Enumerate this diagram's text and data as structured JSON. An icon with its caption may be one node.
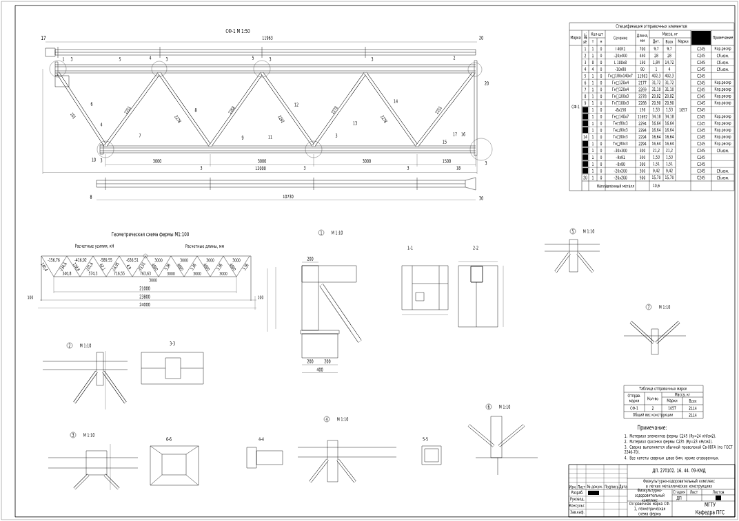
{
  "diagram": {
    "title": "СФ-1 М 1:50",
    "labels": [
      "17",
      "11963",
      "20",
      "1",
      "3",
      "5",
      "4",
      "3",
      "5",
      "3",
      "3",
      "2",
      "20",
      "6",
      "8",
      "12",
      "14",
      "7",
      "9",
      "11",
      "13",
      "15",
      "4",
      "3",
      "10",
      "3",
      "3",
      "3",
      "3",
      "17",
      "16",
      "18",
      "3",
      "101",
      "2251",
      "2278",
      "2268",
      "2282",
      "2278",
      "2278",
      "2251",
      "3000",
      "3000",
      "3000",
      "1500",
      "12000",
      "8",
      "10730",
      "30",
      "Геометрическая схема фермы М1:100",
      "Расчетные усилия, кН",
      "Расчетные длины, мм",
      "-156,76",
      "-416,92",
      "-589,55",
      "-636,51",
      "3000",
      "3000",
      "3000",
      "3000",
      "140,4",
      "-234,6",
      "128,6",
      "-101,6",
      "62,1",
      "-14,05",
      "4,9",
      "-33,51",
      "4000",
      "3,36",
      "4000",
      "3,36",
      "4000",
      "3,36",
      "4000",
      "3,36",
      "340,8",
      "574,3",
      "716,55",
      "763,63",
      "3000",
      "3000",
      "3000",
      "3000",
      "21000",
      "23800",
      "24000",
      "100",
      "100",
      "1",
      "М 1:10",
      "1-1",
      "2-2",
      "200",
      "200",
      "200",
      "400",
      "5",
      "М 1:10",
      "7",
      "М 1:10",
      "2",
      "М 1:10",
      "3-3",
      "3",
      "М 1:10",
      "6-6",
      "4",
      "М 1:10",
      "4-4",
      "6",
      "М 1:10",
      "5-5",
      "Спецификация отправочных элементов",
      "Марка",
      "№ дет.",
      "Кол-шт",
      "т",
      "н",
      "Сечение",
      "Длина, мм",
      "Масса, кг",
      "Дет.",
      "Всех",
      "Марки",
      "Примечание",
      "СФ-1",
      "1",
      "1",
      "0",
      "I 40К1",
      "700",
      "9,7",
      "9,7",
      "С245",
      "Кор.раскр",
      "2",
      "1",
      "0",
      "–20х400",
      "440",
      "28",
      "28",
      "С245",
      "Сб.изм.",
      "3",
      "8",
      "0",
      "L 100х8",
      "150",
      "1,84",
      "14,72",
      "С245",
      "Сб.изм.",
      "4",
      "4",
      "0",
      "–10х80",
      "80",
      "1",
      "4",
      "С245",
      "Сб.изм.",
      "5",
      "1",
      "0",
      "Гн□180х140х7",
      "11963",
      "402,3",
      "402,3",
      "С245",
      "6",
      "1",
      "0",
      "Гн□120х4",
      "2177",
      "31,72",
      "31,72",
      "С245",
      "Кор.раскр",
      "7",
      "1",
      "0",
      "Гн□120х4",
      "2269",
      "31,10",
      "31,10",
      "С245",
      "Кор.раскр",
      "8",
      "1",
      "0",
      "Гн□100х3",
      "2278",
      "20,82",
      "20,82",
      "С245",
      "Кор.раскр",
      "9",
      "1",
      "0",
      "Гн□100х3",
      "2288",
      "20,90",
      "20,90",
      "С245",
      "Кор.раскр",
      "1",
      "0",
      "–8х156",
      "156",
      "1,53",
      "1,53",
      "1057",
      "С245",
      "1",
      "0",
      "Гн□140х7",
      "11692",
      "34,18",
      "34,18",
      "С245",
      "Кор.раскр",
      "1",
      "0",
      "Гн□80х3",
      "2294",
      "16,64",
      "16,64",
      "С245",
      "Кор.раскр",
      "1",
      "0",
      "Гн□80х3",
      "2294",
      "16,64",
      "16,64",
      "С245",
      "Кор.раскр",
      "14",
      "1",
      "0",
      "Гн□80х3",
      "2294",
      "16,64",
      "16,64",
      "С245",
      "Кор.раскр",
      "1",
      "0",
      "Гн□80х3",
      "2294",
      "16,64",
      "16,64",
      "С245",
      "Кор.раскр",
      "1",
      "0",
      "–30х300",
      "300",
      "21,2",
      "21,2",
      "С245",
      "Сб.изм.",
      "1",
      "0",
      "–8х81",
      "300",
      "1,53",
      "1,53",
      "С245",
      "1",
      "0",
      "–8х80",
      "300",
      "1,51",
      "1,51",
      "С245",
      "1",
      "0",
      "–20х200",
      "300",
      "9,42",
      "9,42",
      "С245",
      "Сб.изм.",
      "20",
      "1",
      "0",
      "–20х200",
      "500",
      "15,70",
      "15,70",
      "С245",
      "Сб.изм.",
      "Наплавленный металл",
      "10,6",
      "Таблица отправочных марок",
      "Отправ. марки",
      "Кол-во",
      "Масса, кг",
      "Марки",
      "Всех",
      "СФ-1",
      "2",
      "1057",
      "2114",
      "Общий вес конструкции",
      "2114",
      "Примечание:",
      "1. Материал элементов фермы С245 (Ry=24 кН/см2).",
      "2. Материал фасонки фермы С235 (Ry=23 кН/см2).",
      "3. Сварка выполняется обычной проволокой Св-08ГА (по ГОСТ 2246-70).",
      "4. Все катеты сварных швов 6мм, кроме оговоренных.",
      "ДП. 270102. 16. 44. 09-КМД",
      "Физкультурно-оздоровительный комплекс в легких металлических конструкциях",
      "Изм.",
      "Лист",
      "№ докум.",
      "Подпись",
      "Дата",
      "Разраб.",
      "Руковод.",
      "Консульт.",
      "Зав.каф.",
      "Физкультурно-оздоровительный комплекс",
      "Стадия",
      "Лист",
      "Листов",
      "ДП",
      "Отправочная марка СФ-1, геометрическая схема фермы",
      "МГТУ",
      "Кафедра ПГС"
    ]
  }
}
